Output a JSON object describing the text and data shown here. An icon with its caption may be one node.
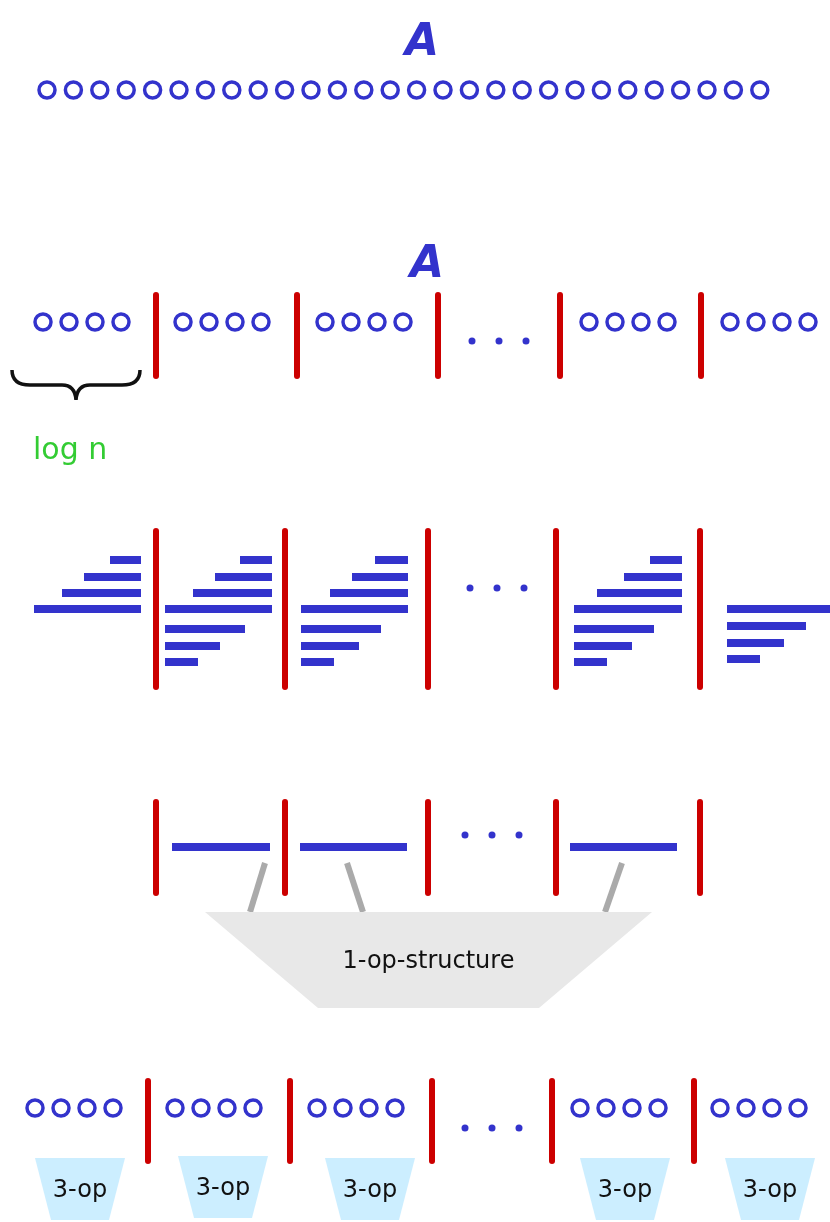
{
  "diagram": {
    "nodes": [
      {
        "text": [],
        "shape": "bar"
      },
      {
        "text": [],
        "shape": "bar"
      },
      {
        "text": [],
        "shape": "bar"
      },
      {
        "text": [
          "1-op-structure"
        ]
      },
      {
        "text": [
          "3-op"
        ]
      },
      {
        "text": [
          "3-op"
        ]
      },
      {
        "text": [
          "3-op"
        ]
      },
      {
        "text": [
          "3-op"
        ]
      },
      {
        "text": [
          "3-op"
        ]
      }
    ],
    "edges": [
      {
        "from": 0,
        "to": 3,
        "arrow": "none"
      },
      {
        "from": 1,
        "to": 3,
        "arrow": "none"
      },
      {
        "from": 2,
        "to": 3,
        "arrow": "none"
      }
    ],
    "labels": [
      "A",
      "A",
      "log n"
    ]
  }
}
